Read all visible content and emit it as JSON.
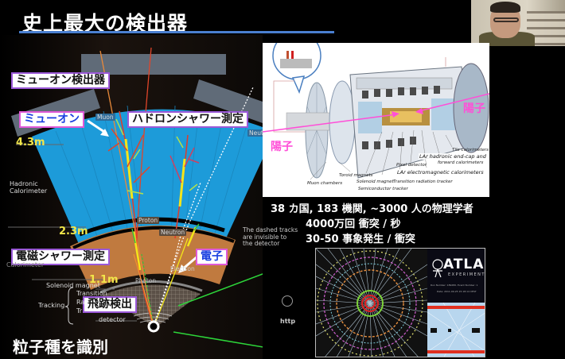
{
  "slide": {
    "title": "史上最大の検出器",
    "subtitle": "粒子種を識別",
    "accent_color": "#4a7fd0"
  },
  "diagram": {
    "callouts": {
      "muon_detector": "ミューオン検出器",
      "muon": "ミューオン",
      "hadron_shower": "ハドロンシャワー測定",
      "em_shower": "電磁シャワー測定",
      "electron": "電子",
      "tracking": "飛跡検出"
    },
    "distances": {
      "outer": "4.3m",
      "middle": "2.3m",
      "inner": "1.1m"
    },
    "layer_labels": {
      "hadronic_calorimeter_line1": "Hadronic",
      "hadronic_calorimeter_line2": "Calorimeter",
      "calorimeter": "Calorimeter",
      "solenoid": "Solenoid magnet",
      "transition": "Transition",
      "ra": "Ra",
      "tr": "Tr",
      "tracking": "Tracking",
      "detector": "detector"
    },
    "particle_tags": {
      "muon": "Muon",
      "neutrino": "Neut",
      "proton": "Proton",
      "neutron": "Neutron",
      "photon": "Photon",
      "electron": "Electron"
    },
    "dashed_note": [
      "The dashed tracks",
      "are invisible to",
      "the detector"
    ],
    "colors": {
      "hadronic": "#1c9ad8",
      "em": "#c07a3f",
      "muon_chamber": "#5f6b78",
      "callout_border": "#9b59d8",
      "callout_border_particle": "#e05ad8",
      "particle_text": "#1a3fe0",
      "distance": "#f2e64a"
    }
  },
  "atlas_figure": {
    "proton_label_left": "陽子",
    "proton_label_right": "陽子",
    "labels": {
      "tile": "Tile calorimeters",
      "lar_hadronic_1": "LAr hadronic end-cap and",
      "lar_hadronic_2": "forward calorimeters",
      "pixel": "Pixel detector",
      "lar_em": "LAr electromagnetic calorimeters",
      "toroid": "Toroid magnets",
      "solenoid": "Solenoid magnet",
      "trt": "Transition radiation tracker",
      "muon_chambers": "Muon chambers",
      "sct": "Semiconductor tracker"
    }
  },
  "stats": {
    "line1": "38 カ国, 183 機関, ~3000 人の物理学者",
    "line2": "4000万回 衝突 / 秒",
    "line3": "30-50 事象発生 / 衝突"
  },
  "event_display": {
    "logo": "ATLAS",
    "logo_sub": "EXPERIMENT",
    "run_info": "Run Number: 189280, Event Number: 1",
    "date_info": "Date: 2011-09-25 15:18:14 CEST"
  },
  "footer_fragment": "http"
}
